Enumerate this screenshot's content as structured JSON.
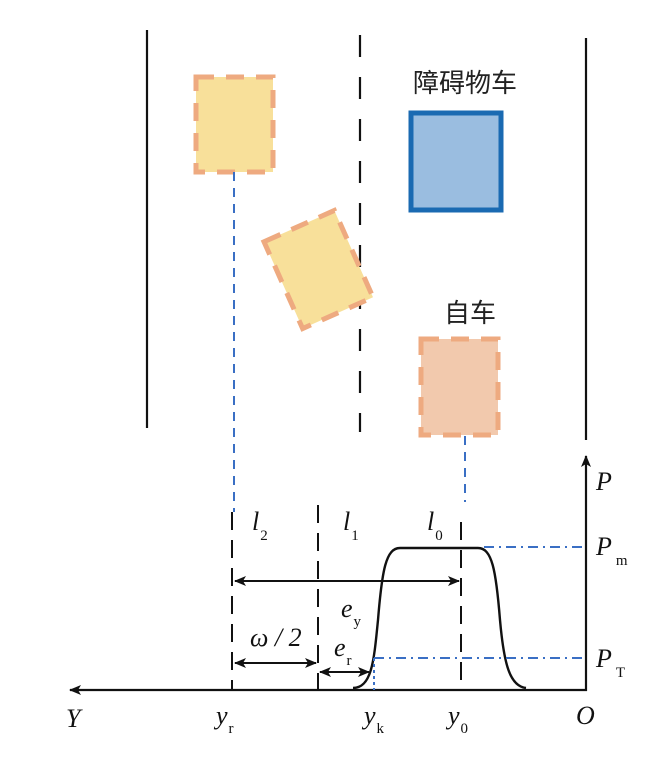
{
  "labels": {
    "obstacle": "障碍物车",
    "ego": "自车",
    "P": "P",
    "Pm": {
      "main": "P",
      "sub": "m"
    },
    "PT": {
      "main": "P",
      "sub": "T"
    },
    "Y": "Y",
    "O": "O",
    "l2": {
      "main": "l",
      "sub": "2"
    },
    "l1": {
      "main": "l",
      "sub": "1"
    },
    "l0": {
      "main": "l",
      "sub": "0"
    },
    "ey": {
      "main": "e",
      "sub": "y"
    },
    "er": {
      "main": "e",
      "sub": "r"
    },
    "omega": "ω / 2",
    "yr": {
      "main": "y",
      "sub": "r"
    },
    "yk": {
      "main": "y",
      "sub": "k"
    },
    "y0": {
      "main": "y",
      "sub": "0"
    }
  },
  "colors": {
    "predicted_fill": "#f8e09a",
    "dash_orange": "#eeaa80",
    "obstacle_fill": "#9abde0",
    "obstacle_stroke": "#1a6ab2",
    "ego_fill": "#f2c9ad",
    "guide_blue": "#3a6fc4"
  }
}
